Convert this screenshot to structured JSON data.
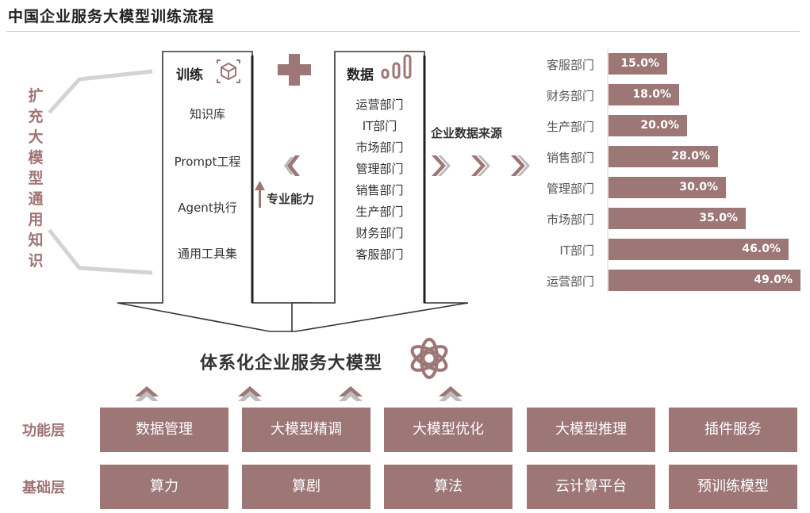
{
  "title": "中国企业服务大模型训练流程",
  "side_label": [
    "扩",
    "充",
    "大",
    "模",
    "型",
    "通",
    "用",
    "知",
    "识"
  ],
  "training": {
    "heading": "训练",
    "icon": "cube-icon",
    "items": [
      "知识库",
      "Prompt工程",
      "Agent执行",
      "通用工具集"
    ]
  },
  "data_col": {
    "heading": "数据",
    "icon": "bar-signal-icon",
    "items": [
      "运营部门",
      "IT部门",
      "市场部门",
      "管理部门",
      "销售部门",
      "生产部门",
      "财务部门",
      "客服部门"
    ]
  },
  "plus_icon": "plus-icon",
  "label_source": "企业数据来源",
  "label_pro": "专业能力",
  "model_name": "体系化企业服务大模型",
  "model_icon": "openai-knot-icon",
  "chart_data": {
    "type": "bar",
    "orientation": "horizontal",
    "categories": [
      "客服部门",
      "财务部门",
      "生产部门",
      "销售部门",
      "管理部门",
      "市场部门",
      "IT部门",
      "运营部门"
    ],
    "values": [
      15.0,
      18.0,
      20.0,
      28.0,
      30.0,
      35.0,
      46.0,
      49.0
    ],
    "value_labels": [
      "15.0%",
      "18.0%",
      "20.0%",
      "28.0%",
      "30.0%",
      "35.0%",
      "46.0%",
      "49.0%"
    ],
    "color": "#9d7676",
    "xlim": [
      0,
      49
    ]
  },
  "tiers": [
    {
      "label": "功能层",
      "boxes": [
        "数据管理",
        "大模型精调",
        "大模型优化",
        "大模型推理",
        "插件服务"
      ]
    },
    {
      "label": "基础层",
      "boxes": [
        "算力",
        "算剧",
        "算法",
        "云计算平台",
        "预训练模型"
      ]
    }
  ],
  "colors": {
    "accent": "#9d7676",
    "label": "#a07474"
  }
}
